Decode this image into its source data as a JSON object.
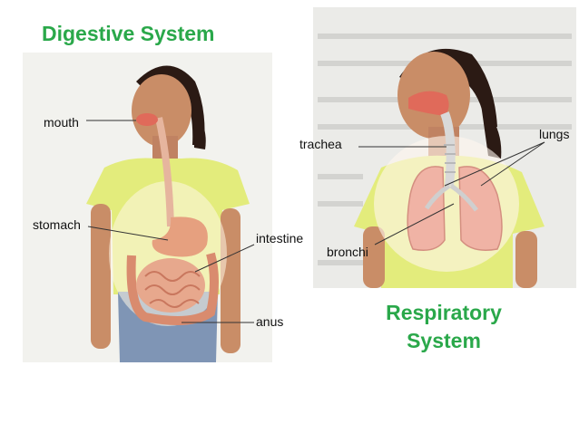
{
  "digestive": {
    "title": "Digestive System",
    "labels": {
      "mouth": "mouth",
      "stomach": "stomach",
      "intestine": "intestine",
      "anus": "anus"
    }
  },
  "respiratory": {
    "title_line1": "Respiratory",
    "title_line2": "System",
    "labels": {
      "trachea": "trachea",
      "lungs": "lungs",
      "bronchi": "bronchi"
    }
  },
  "colors": {
    "title": "#2aa84a",
    "shirt": "#e3ec7c",
    "skin": "#c98d67",
    "hair": "#2b1a14",
    "organ": "#e69a80",
    "lung": "#f0b3a5",
    "jeans": "#7f95b5"
  }
}
